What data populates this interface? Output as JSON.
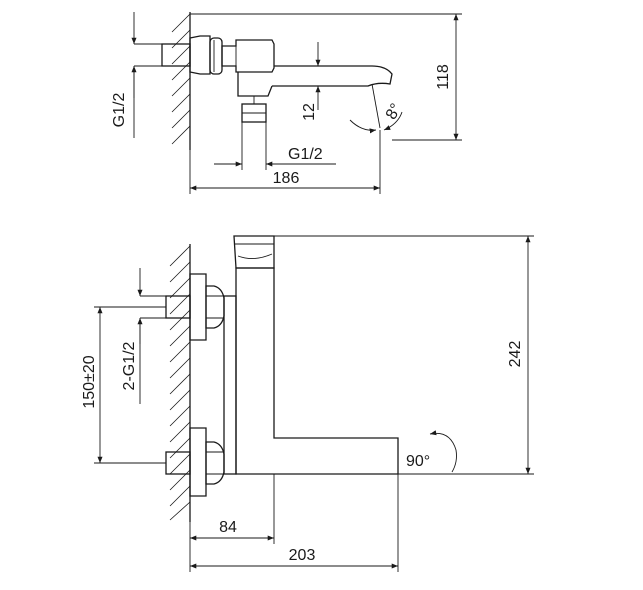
{
  "top_view": {
    "g12_vertical_label": "G1/2",
    "spout_height_label": "12",
    "angle_label": "8°",
    "height_label": "118",
    "g12_horizontal_label": "G1/2",
    "length_label": "186"
  },
  "front_view": {
    "spacing_label": "150±20",
    "inlet_label": "2-G1/2",
    "height_label": "242",
    "rotation_label": "90°",
    "offset_label": "84",
    "length_label": "203"
  }
}
